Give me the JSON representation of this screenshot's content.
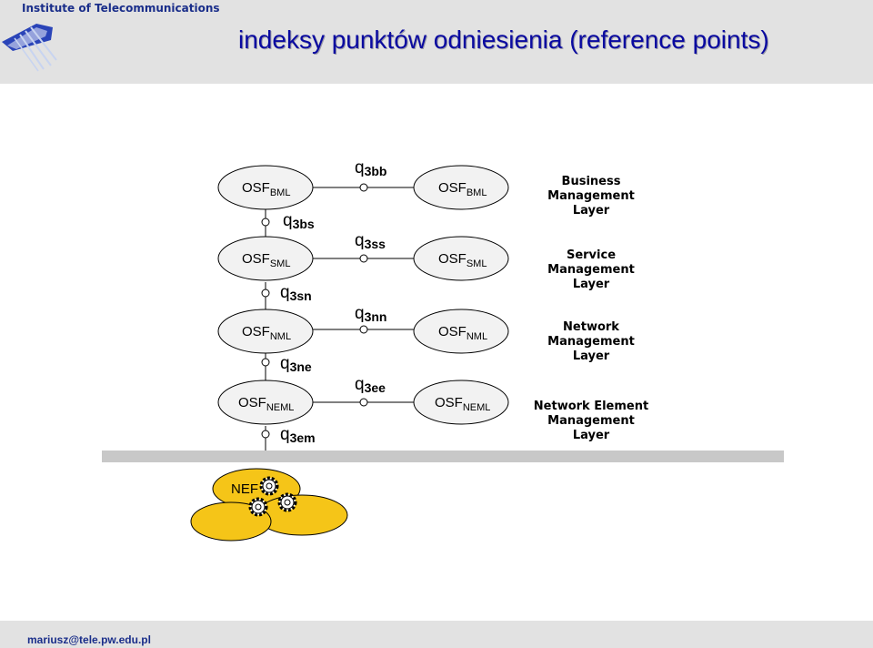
{
  "header": {
    "institute": "Institute of Telecommunications",
    "title": "indeksy punktów odniesienia (reference points)"
  },
  "diagram": {
    "left_stack": [
      {
        "main": "OSF",
        "sub": "BML"
      },
      {
        "main": "OSF",
        "sub": "SML"
      },
      {
        "main": "OSF",
        "sub": "NML"
      },
      {
        "main": "OSF",
        "sub": "NEML"
      }
    ],
    "right_stack": [
      {
        "main": "OSF",
        "sub": "BML"
      },
      {
        "main": "OSF",
        "sub": "SML"
      },
      {
        "main": "OSF",
        "sub": "NML"
      },
      {
        "main": "OSF",
        "sub": "NEML"
      }
    ],
    "vertical_points": [
      {
        "q": "q",
        "sub": "3bs"
      },
      {
        "q": "q",
        "sub": "3sn"
      },
      {
        "q": "q",
        "sub": "3ne"
      },
      {
        "q": "q",
        "sub": "3em"
      }
    ],
    "horizontal_points": [
      {
        "q": "q",
        "sub": "3bb"
      },
      {
        "q": "q",
        "sub": "3ss"
      },
      {
        "q": "q",
        "sub": "3nn"
      },
      {
        "q": "q",
        "sub": "3ee"
      }
    ],
    "layers": [
      [
        "Business",
        "Management",
        "Layer"
      ],
      [
        "Service",
        "Management",
        "Layer"
      ],
      [
        "Network",
        "Management",
        "Layer"
      ],
      [
        "Network Element",
        "Management",
        "Layer"
      ]
    ],
    "ne_label": "NEF",
    "colors": {
      "ellipse_fill": "#f2f2f2",
      "ne_fill": "#f5c518",
      "bar": "#c8c8c8",
      "title": "#0a0aa0"
    }
  },
  "footer": {
    "email": "mariusz@tele.pw.edu.pl"
  }
}
